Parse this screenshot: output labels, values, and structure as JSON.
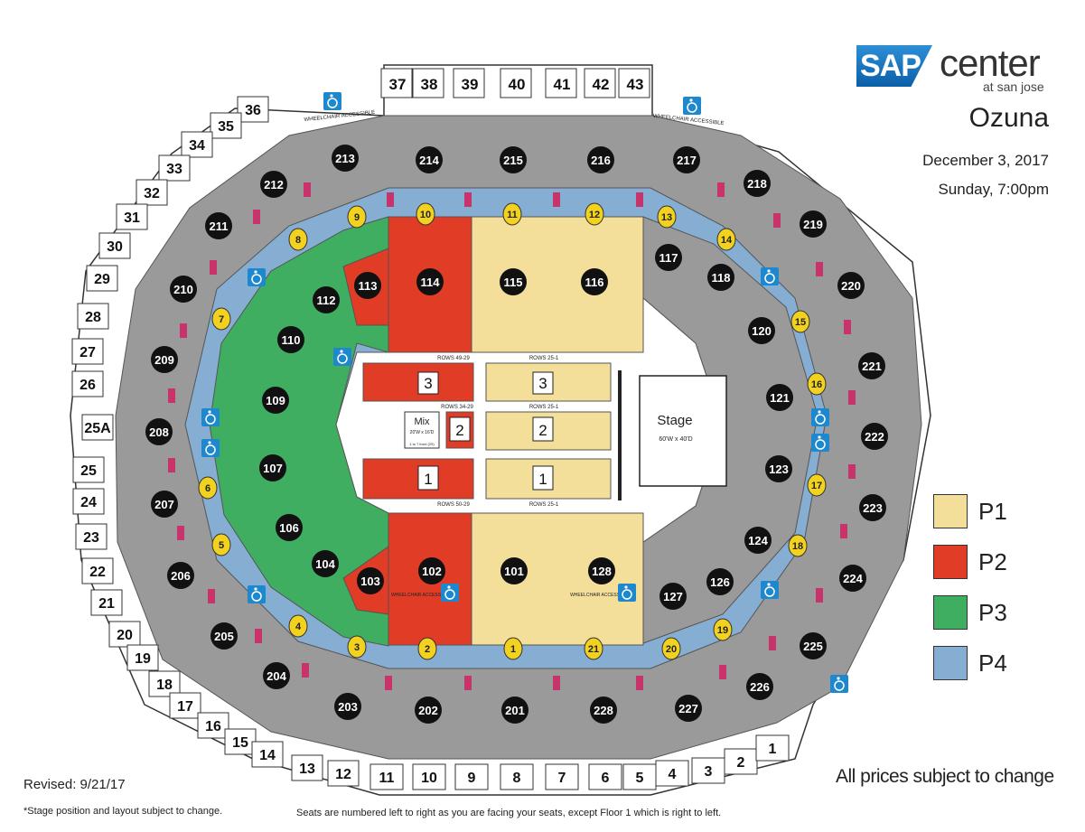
{
  "venue": {
    "brand_sap": "SAP",
    "brand_center": "center",
    "brand_sub": "at san jose"
  },
  "event": {
    "title": "Ozuna",
    "date": "December 3, 2017",
    "time": "Sunday, 7:00pm"
  },
  "colors": {
    "P1": "#f4df9a",
    "P2": "#e03c26",
    "P3": "#3fae61",
    "P4": "#86aed2",
    "outer": "#9a9a9a",
    "pink": "#c8336b",
    "gate": "#f3d21f"
  },
  "legend": [
    {
      "label": "P1",
      "color": "#f4df9a"
    },
    {
      "label": "P2",
      "color": "#e03c26"
    },
    {
      "label": "P3",
      "color": "#3fae61"
    },
    {
      "label": "P4",
      "color": "#86aed2"
    }
  ],
  "notes": {
    "prices": "All prices subject to change",
    "revised": "Revised: 9/21/17",
    "stage": "*Stage position and layout subject to change.",
    "seats": "Seats are numbered left to right as you are facing your seats, except Floor 1 which is right to left."
  },
  "stage": {
    "label": "Stage",
    "size": "60'W x 40'D"
  },
  "mix": {
    "label": "Mix",
    "size": "20'W x 16'D",
    "sub": "1 to 7 front (29)"
  },
  "wheelchair_text": "WHEELCHAIR ACCESSIBLE",
  "floor_rows": [
    {
      "label": "ROWS 49-29"
    },
    {
      "label": "ROWS 25-1"
    },
    {
      "label": "ROWS 34-29"
    },
    {
      "label": "ROWS 25-1"
    },
    {
      "label": "ROWS 50-29"
    },
    {
      "label": "ROWS 25-1"
    }
  ],
  "floor_labels": [
    "3",
    "3",
    "2",
    "2",
    "1",
    "1"
  ],
  "loges_top": [
    "37",
    "38",
    "39",
    "40",
    "41",
    "42",
    "43"
  ],
  "loges_left": [
    "36",
    "35",
    "34",
    "33",
    "32",
    "31",
    "30",
    "29",
    "28",
    "27",
    "26",
    "25A",
    "25",
    "24",
    "23",
    "22",
    "21",
    "20",
    "19",
    "18",
    "17",
    "16",
    "15",
    "14",
    "13",
    "12"
  ],
  "loges_bottom": [
    "11",
    "10",
    "9",
    "8",
    "7",
    "6",
    "5",
    "4",
    "3",
    "2",
    "1"
  ],
  "sections_upper": [
    "213",
    "214",
    "215",
    "216",
    "217",
    "218",
    "219",
    "220",
    "221",
    "222",
    "223",
    "224",
    "225",
    "226",
    "227",
    "228",
    "201",
    "202",
    "203",
    "204",
    "205",
    "206",
    "207",
    "208",
    "209",
    "210",
    "211",
    "212"
  ],
  "sections_lower": [
    "114",
    "115",
    "116",
    "117",
    "118",
    "120",
    "121",
    "123",
    "124",
    "126",
    "127",
    "128",
    "101",
    "102",
    "103",
    "104",
    "106",
    "107",
    "109",
    "110",
    "112",
    "113"
  ],
  "gates": [
    "10",
    "11",
    "12",
    "13",
    "14",
    "15",
    "16",
    "17",
    "18",
    "19",
    "20",
    "21",
    "1",
    "2",
    "3",
    "4",
    "5",
    "6",
    "7",
    "8",
    "9"
  ]
}
